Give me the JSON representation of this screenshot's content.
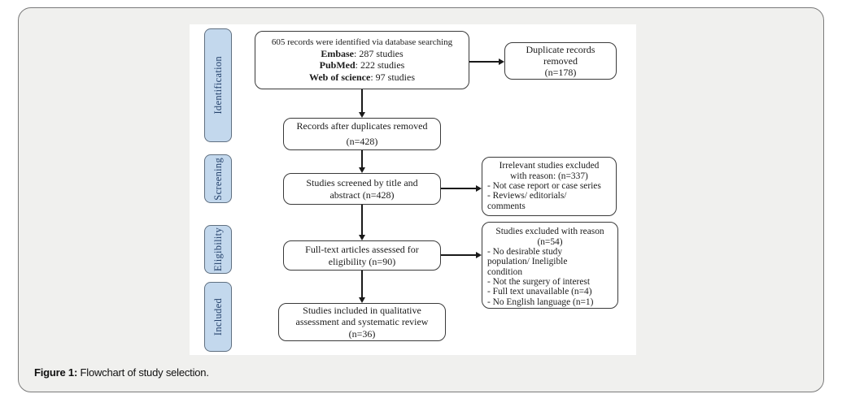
{
  "figure_caption": {
    "prefix": "Figure 1:",
    "text": " Flowchart of study selection."
  },
  "stages": [
    {
      "label": "Identification"
    },
    {
      "label": "Screening"
    },
    {
      "label": "Eligibility"
    },
    {
      "label": "Included"
    }
  ],
  "boxes": {
    "identified": {
      "title": "605 records were identified via database searching",
      "sources": [
        {
          "name": "Embase",
          "detail": ": 287 studies"
        },
        {
          "name": "PubMed",
          "detail": ": 222 studies"
        },
        {
          "name": "Web of science",
          "detail": ": 97 studies"
        }
      ]
    },
    "duplicates": {
      "lines": [
        "Duplicate records",
        "removed",
        "(n=178)"
      ]
    },
    "after_duplicates": {
      "lines": [
        "Records after duplicates removed",
        "(n=428)"
      ]
    },
    "screened": {
      "lines": [
        "Studies screened by title and",
        "abstract (n=428)"
      ]
    },
    "irrelevant": {
      "header": [
        "Irrelevant studies excluded",
        "with reason: (n=337)"
      ],
      "bullets": [
        "- Not case report or case series",
        "- Reviews/ editorials/",
        "comments"
      ]
    },
    "fulltext": {
      "lines": [
        "Full-text articles assessed for",
        "eligibility (n=90)"
      ]
    },
    "excluded": {
      "header": [
        "Studies excluded with reason",
        "(n=54)"
      ],
      "bullets": [
        "- No desirable study",
        "population/ Ineligible",
        "condition",
        "- Not the surgery of interest",
        "- Full text unavailable (n=4)",
        "- No English language (n=1)"
      ]
    },
    "included": {
      "lines": [
        "Studies included in qualitative",
        "assessment and systematic review",
        "(n=36)"
      ]
    }
  },
  "colors": {
    "stage_fill": "#c3d8ed",
    "stage_border": "#5f6f80",
    "stage_text": "#24416b",
    "box_border": "#3a3a3a",
    "panel_fill": "#f0f0ee",
    "panel_border": "#7a7a7a",
    "arrow": "#1a1a1a",
    "canvas": "#ffffff"
  }
}
